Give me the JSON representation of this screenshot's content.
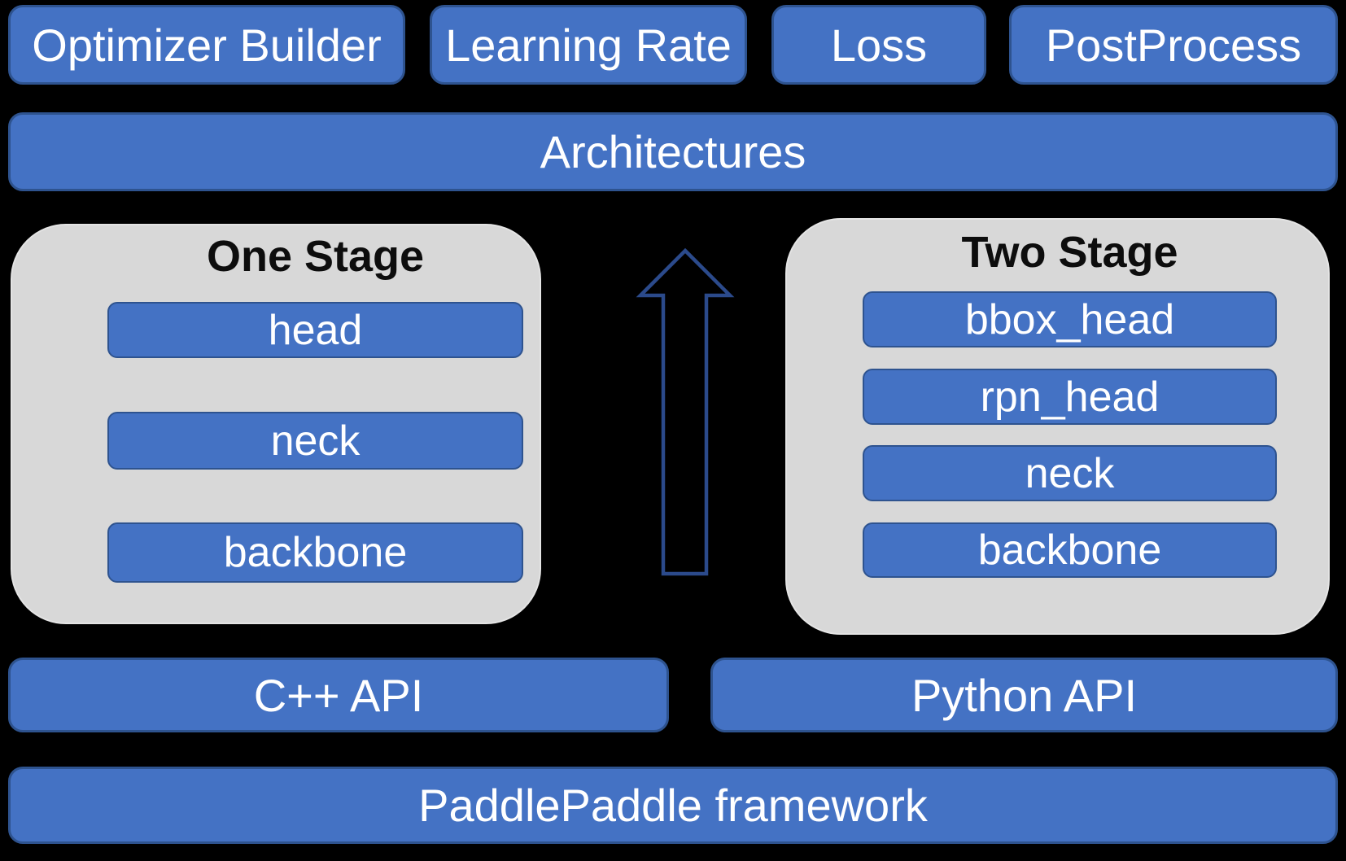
{
  "colors": {
    "background": "#000000",
    "box_fill": "#4472c4",
    "box_border": "#2e538f",
    "box_text": "#ffffff",
    "panel_fill": "#d8d8d8",
    "panel_border": "#e4e4e4",
    "panel_title_text": "#0d0d0d",
    "arrow_stroke": "#2b4a8b"
  },
  "top_row": [
    {
      "label": "Optimizer Builder"
    },
    {
      "label": "Learning Rate"
    },
    {
      "label": "Loss"
    },
    {
      "label": "PostProcess"
    }
  ],
  "architectures": {
    "label": "Architectures"
  },
  "panels": {
    "one_stage": {
      "title": "One Stage",
      "modules": [
        "head",
        "neck",
        "backbone"
      ]
    },
    "two_stage": {
      "title": "Two Stage",
      "modules": [
        "bbox_head",
        "rpn_head",
        "neck",
        "backbone"
      ]
    }
  },
  "arrow": {
    "direction": "up"
  },
  "api_row": [
    {
      "label": "C++ API"
    },
    {
      "label": "Python API"
    }
  ],
  "framework": {
    "label": "PaddlePaddle framework"
  }
}
